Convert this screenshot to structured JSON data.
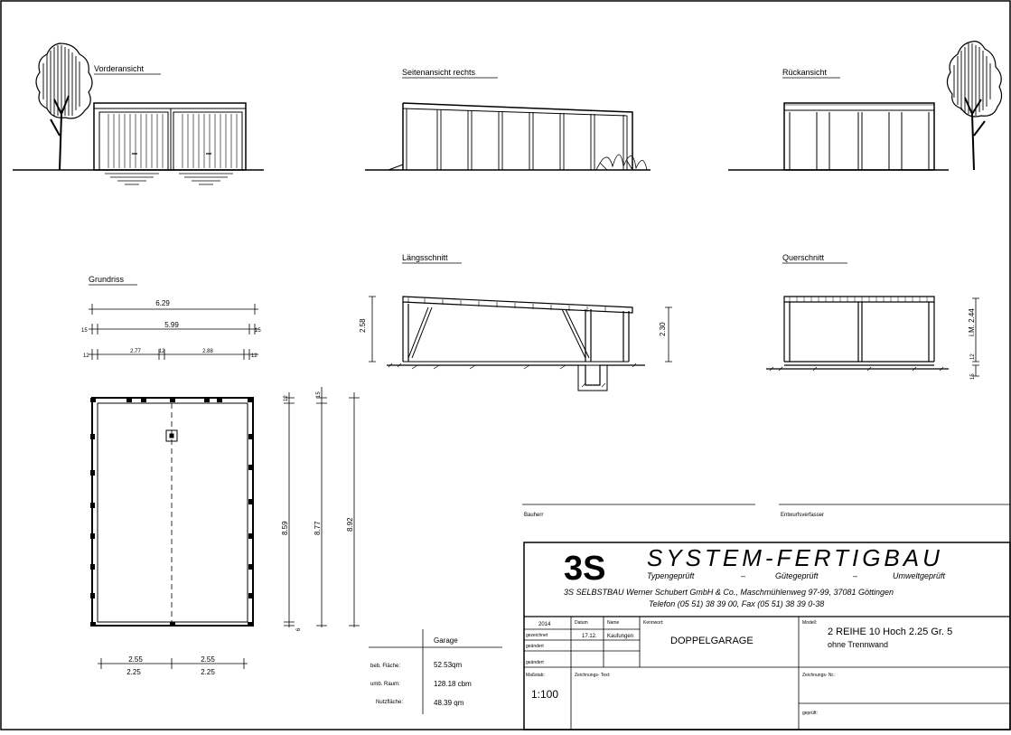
{
  "views": {
    "front": "Vorderansicht",
    "side": "Seitenansicht rechts",
    "rear": "Rückansicht",
    "longitudinal": "Längsschnitt",
    "cross": "Querschnitt",
    "floor_plan": "Grundriss"
  },
  "dimensions": {
    "plan_total_width": "6.29",
    "plan_inner_width": "5.99",
    "plan_left_end": "15",
    "plan_right_end": "15",
    "plan_row3_a": "12",
    "plan_row3_b": "2.77",
    "plan_row3_c": "12",
    "plan_row3_d": "2.88",
    "plan_row3_e": "12",
    "bottom_top_left": "2.55",
    "bottom_top_right": "2.55",
    "bottom_low_left": "2.25",
    "bottom_low_right": "2.25",
    "vertical_a": "8.59",
    "vertical_b": "8.77",
    "vertical_c": "8.92",
    "vertical_a_top": "12",
    "vertical_a_bottom": "6",
    "vertical_b_top": "15",
    "long_height_left": "2.58",
    "long_height_right": "2.30",
    "cross_height": "i.M. 2.44",
    "cross_low_a": "12",
    "cross_low_b": "15"
  },
  "area_table": {
    "header": "Garage",
    "rows": [
      {
        "label": "beb. Fläche:",
        "value": "52.53qm"
      },
      {
        "label": "umb. Raum:",
        "value": "128.18 cbm"
      },
      {
        "label": "Nutzfläche:",
        "value": "48.39 qm"
      }
    ]
  },
  "signatures": {
    "owner": "Bauherr",
    "designer": "Entwurfsverfasser"
  },
  "title_block": {
    "logo": "3S",
    "company": "SYSTEM-FERTIGBAU",
    "tagline_1": "Typengeprüft",
    "tagline_sep": "–",
    "tagline_2": "Gütegeprüft",
    "tagline_3": "Umweltgeprüft",
    "address": "3S SELBSTBAU Werner Schubert GmbH & Co., Maschmühlenweg 97-99, 37081 Göttingen",
    "contact": "Telefon (05 51) 38 39 00, Fax (05 51) 38 39 0-38",
    "year": "2014",
    "col_date": "Datum",
    "col_name": "Name",
    "row_drawn": "gezeichnet",
    "row_changed_1": "geändert",
    "row_changed_2": "geändert",
    "date_value": "17.12.",
    "name_value": "Kaufungen",
    "keyword_label": "Kennwort:",
    "keyword_value": "DOPPELGARAGE",
    "model_label": "Modell:",
    "model_line_1": "2 REIHE  10 Hoch  2.25 Gr. 5",
    "model_line_2": "ohne Trennwand",
    "scale_label": "Maßstab:",
    "scale_value": "1:100",
    "drawing_text_label": "Zeichnungs-  Text:",
    "drawing_number_label": "Zeichnungs- Nr.:",
    "checked_label": "geprüft:"
  }
}
